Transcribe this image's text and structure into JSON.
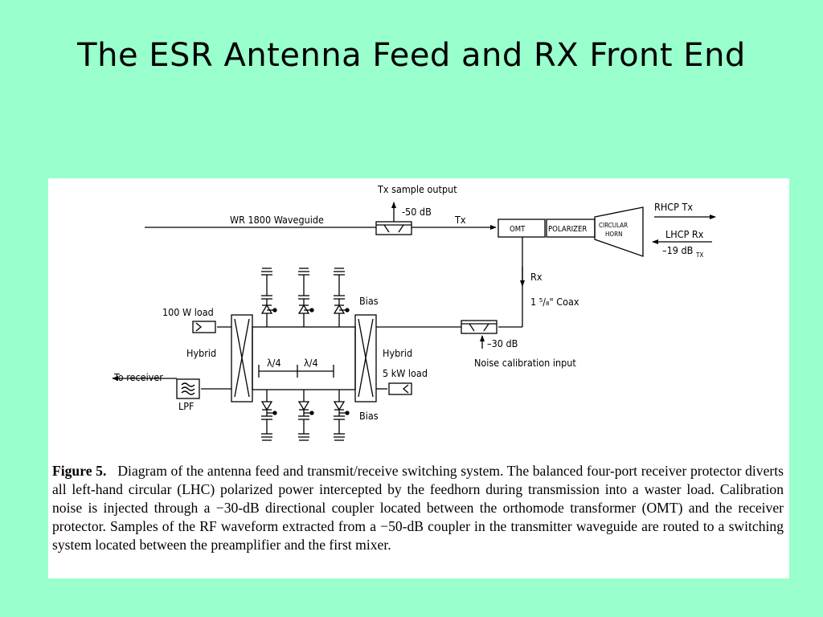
{
  "slide": {
    "title": "The ESR Antenna Feed and RX Front End",
    "background": "#99ffcc"
  },
  "diagram": {
    "labels": {
      "tx_sample_output": "Tx sample output",
      "minus50db": "-50 dB",
      "tx": "Tx",
      "waveguide": "WR 1800  Waveguide",
      "omt": "OMT",
      "polarizer": "POLARIZER",
      "circular": "CIRCULAR",
      "horn": "HORN",
      "rhcp_tx": "RHCP  Tx",
      "lhcp_rx": "LHCP  Rx",
      "minus19db": "–19 dB",
      "tx_sub": "TX",
      "rx": "Rx",
      "coax": "1 ⁵/₈\" Coax",
      "minus30db": "–30 dB",
      "noise_cal": "Noise calibration input",
      "load_100w": "100 W load",
      "hybrid_left": "Hybrid",
      "hybrid_right": "Hybrid",
      "to_receiver": "To receiver",
      "lpf": "LPF",
      "lambda4_a": "λ/4",
      "lambda4_b": "λ/4",
      "load_5kw": "5 kW load",
      "bias_top": "Bias",
      "bias_bottom": "Bias"
    }
  },
  "caption": {
    "label": "Figure  5.",
    "text": "Diagram of the antenna feed and transmit/receive switching system. The balanced four-port receiver protector diverts all left-hand circular (LHC) polarized power intercepted by the feedhorn during transmission into a waster load. Calibration noise is injected through a −30-dB directional coupler located between the orthomode transformer (OMT) and the receiver protector. Samples of the RF waveform extracted from a −50-dB coupler in the transmitter waveguide are routed to a switching system located between the preamplifier and the first mixer."
  }
}
